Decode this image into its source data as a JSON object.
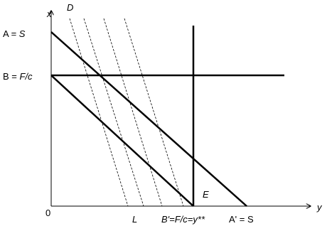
{
  "axes": {
    "x_axis_label": "x",
    "y_axis_label": "y",
    "origin_label": "0"
  },
  "labels": {
    "a_prefix": "A = ",
    "a_var": "S",
    "b_prefix": "B = ",
    "b_var": "F/c",
    "d": "D",
    "e": "E",
    "l": "L",
    "b_prime": "B'=F/c=y**",
    "a_prime": "A' = S"
  }
}
